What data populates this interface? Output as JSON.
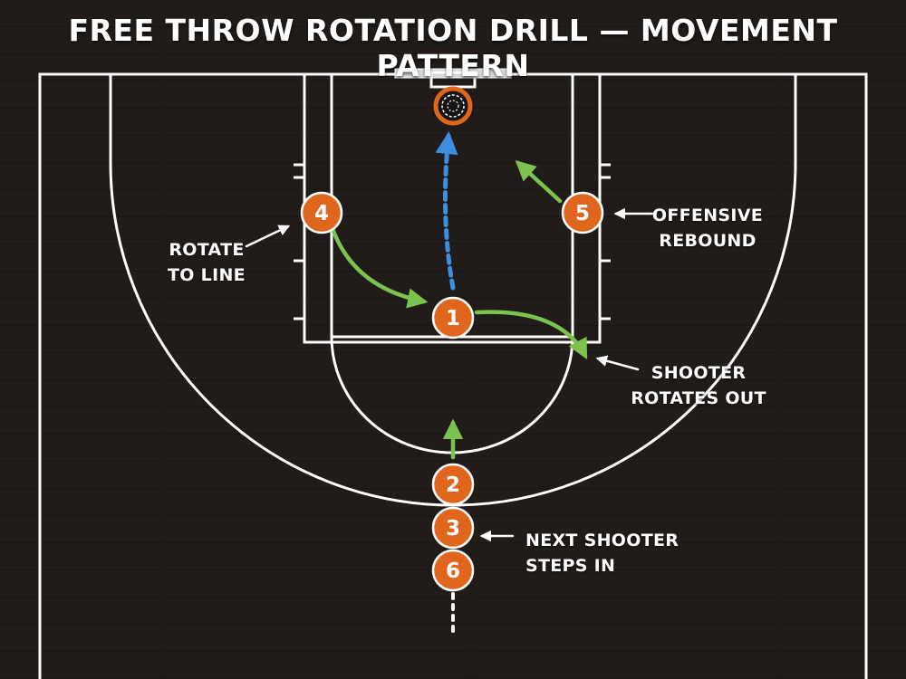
{
  "title": "FREE THROW ROTATION DRILL — MOVEMENT PATTERN",
  "callouts": {
    "rotate_to_line": [
      "ROTATE",
      "TO LINE"
    ],
    "offensive_rebound": [
      "OFFENSIVE",
      "REBOUND"
    ],
    "shooter_rotates_out": [
      "SHOOTER",
      "ROTATES OUT"
    ],
    "next_shooter": [
      "NEXT SHOOTER",
      "STEPS IN"
    ]
  },
  "players": [
    {
      "label": "1",
      "role": "shooter"
    },
    {
      "label": "2",
      "role": "next-in-line"
    },
    {
      "label": "3",
      "role": "in-line"
    },
    {
      "label": "6",
      "role": "in-line"
    },
    {
      "label": "4",
      "role": "lane-left"
    },
    {
      "label": "5",
      "role": "lane-right"
    }
  ],
  "colors": {
    "court_floor": "#211c19",
    "court_lines": "#ffffff",
    "player_fill": "#e0661e",
    "movement_arrow": "#7bc24f",
    "shot_arrow": "#3a8fe0",
    "rim": "#e0661e"
  }
}
